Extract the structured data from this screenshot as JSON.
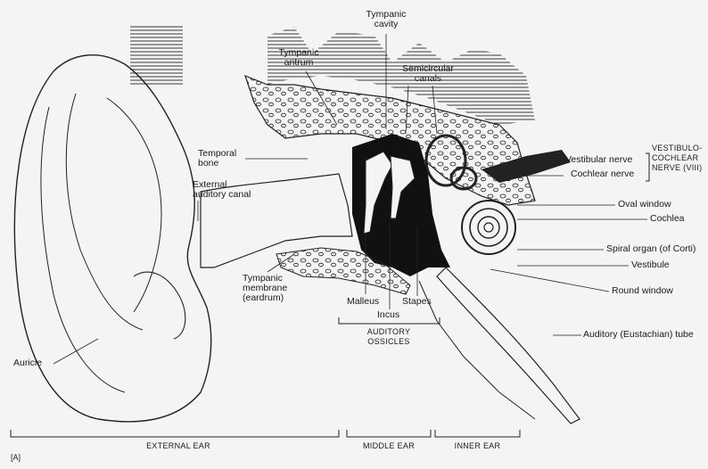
{
  "labels": {
    "tympanic_cavity": "Tympanic\ncavity",
    "tympanic_antrum": "Tympanic\nantrum",
    "semicircular_canals": "Semicircular\ncanals",
    "temporal_bone": "Temporal\nbone",
    "external_auditory_canal": "External\nauditory canal",
    "tympanic_membrane": "Tympanic\nmembrane\n(eardrum)",
    "malleus": "Malleus",
    "incus": "Incus",
    "stapes": "Stapes",
    "auditory_ossicles": "AUDITORY\nOSSICLES",
    "vestibular_nerve": "Vestibular nerve",
    "cochlear_nerve": "Cochlear nerve",
    "vestibulocochlear_nerve": "VESTIBULO-\nCOCHLEAR\nNERVE (VIII)",
    "oval_window": "Oval window",
    "cochlea": "Cochlea",
    "spiral_organ": "Spiral organ (of Corti)",
    "vestibule": "Vestibule",
    "round_window": "Round window",
    "auditory_tube": "Auditory (Eustachian) tube",
    "auricle": "Auricle"
  },
  "regions": {
    "external_ear": "EXTERNAL EAR",
    "middle_ear": "MIDDLE EAR",
    "inner_ear": "INNER EAR"
  },
  "panel": "[A]"
}
